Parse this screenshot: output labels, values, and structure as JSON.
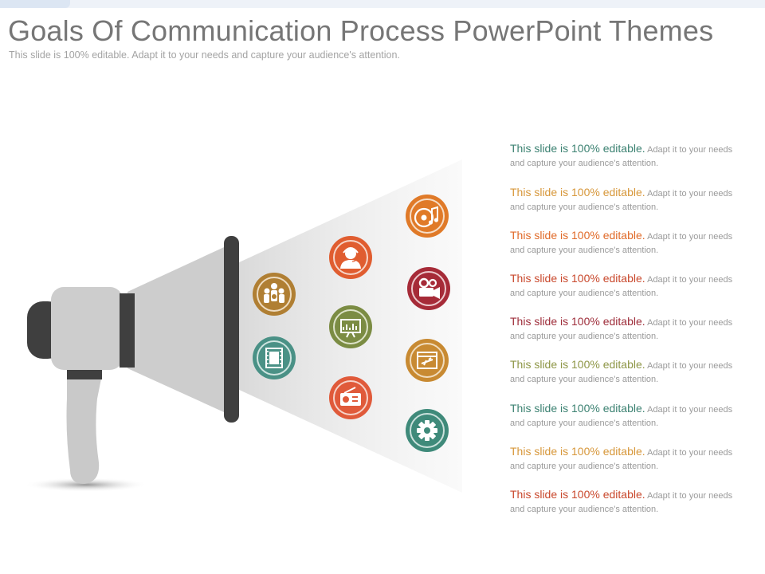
{
  "slide": {
    "title": "Goals Of Communication Process PowerPoint Themes",
    "subtitle": "This slide is 100% editable. Adapt it to your needs and capture your audience's attention."
  },
  "colors": {
    "teal": "#3c8272",
    "amber": "#d7973a",
    "orange": "#e06a28",
    "red": "#c9482c",
    "maroon": "#9e2d3a",
    "olive": "#8e9646",
    "megaphone_body": "#c9c9c9",
    "megaphone_dark": "#3f3f3f"
  },
  "icons": [
    {
      "name": "cd-music-icon",
      "color": "#e07a28"
    },
    {
      "name": "support-agent-icon",
      "color": "#e05d30"
    },
    {
      "name": "video-camera-icon",
      "color": "#a62b38"
    },
    {
      "name": "team-icon",
      "color": "#b07f33"
    },
    {
      "name": "presentation-chart-icon",
      "color": "#7b8c43"
    },
    {
      "name": "film-strip-icon",
      "color": "#4a9186"
    },
    {
      "name": "airplane-window-icon",
      "color": "#c88a32"
    },
    {
      "name": "radio-icon",
      "color": "#e05a3a"
    },
    {
      "name": "gear-icon",
      "color": "#3f8a7a"
    }
  ],
  "items": [
    {
      "lead": "This slide is 100% editable.",
      "rest": " Adapt it to your needs and capture your audience's attention.",
      "color": "#3c8272"
    },
    {
      "lead": "This slide is 100% editable.",
      "rest": " Adapt it to your needs and capture your audience's attention.",
      "color": "#d7973a"
    },
    {
      "lead": "This slide is 100% editable.",
      "rest": " Adapt it to your needs and capture your audience's attention.",
      "color": "#e06a28"
    },
    {
      "lead": "This slide is 100% editable.",
      "rest": " Adapt it to your needs and capture your audience's attention.",
      "color": "#c9482c"
    },
    {
      "lead": "This slide is 100% editable.",
      "rest": " Adapt it to your needs and capture your audience's attention.",
      "color": "#9e2d3a"
    },
    {
      "lead": "This slide is 100% editable.",
      "rest": " Adapt it to your needs and capture your audience's attention.",
      "color": "#8e9646"
    },
    {
      "lead": "This slide is 100% editable.",
      "rest": " Adapt it to your needs and capture your audience's attention.",
      "color": "#3c8272"
    },
    {
      "lead": "This slide is 100% editable.",
      "rest": " Adapt it to your needs and capture your audience's attention.",
      "color": "#d7973a"
    },
    {
      "lead": "This slide is 100% editable.",
      "rest": " Adapt it to your needs and capture your audience's attention.",
      "color": "#c9482c"
    }
  ]
}
